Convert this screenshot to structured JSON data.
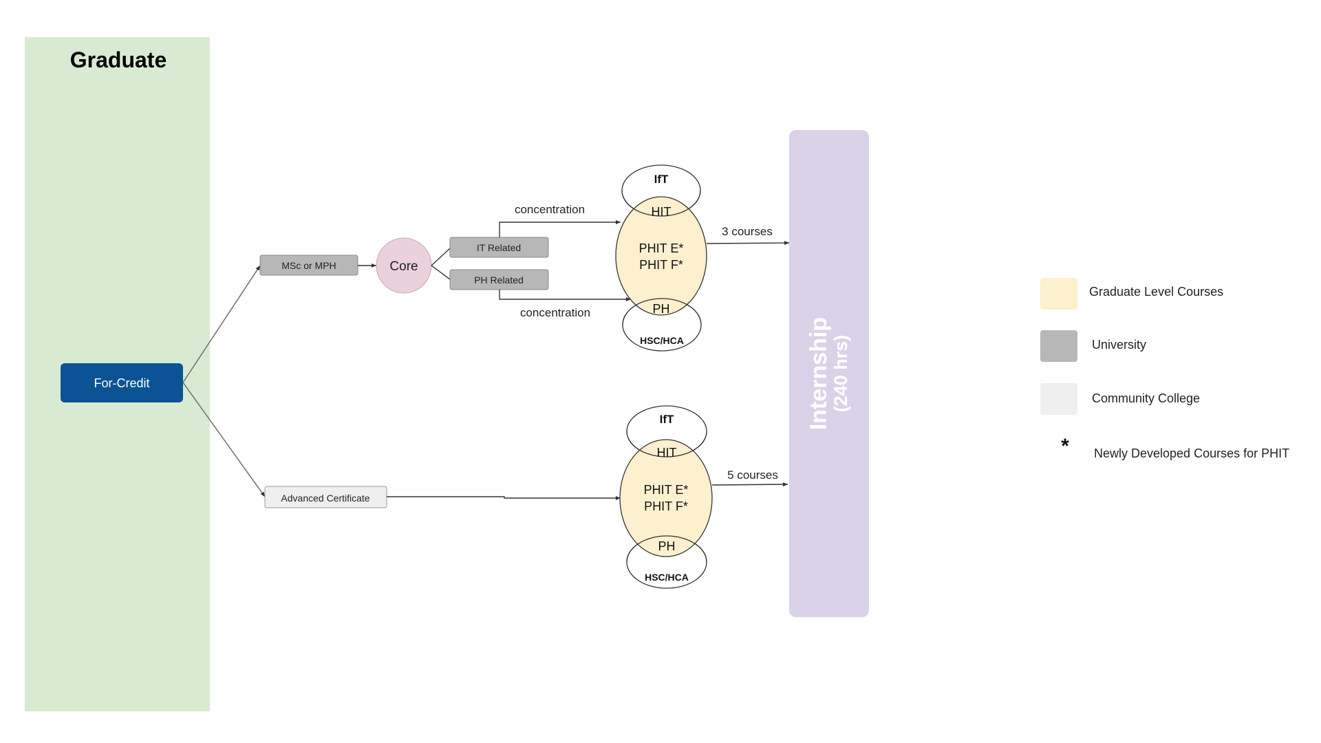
{
  "graduate": {
    "title": "Graduate"
  },
  "for_credit": {
    "label": "For-Credit"
  },
  "upper_path": {
    "degree": "MSc or MPH",
    "core": "Core",
    "it_related": "IT Related",
    "ph_related": "PH Related",
    "concentration_top": "concentration",
    "concentration_bottom": "concentration",
    "courses": "3 courses"
  },
  "lower_path": {
    "certificate": "Advanced Certificate",
    "courses": "5 courses"
  },
  "cluster_upper": {
    "ift": "IfT",
    "hit": "HIT",
    "phit_e": "PHIT E*",
    "phit_f": "PHIT F*",
    "ph": "PH",
    "hsc": "HSC/HCA"
  },
  "cluster_lower": {
    "ift": "IfT",
    "hit": "HIT",
    "phit_e": "PHIT E*",
    "phit_f": "PHIT F*",
    "ph": "PH",
    "hsc": "HSC/HCA"
  },
  "internship": {
    "label": "Internship",
    "hours": "(240 hrs)"
  },
  "legend": {
    "items": [
      {
        "label": "Graduate Level Courses",
        "color": "#fdf0cf"
      },
      {
        "label": "University",
        "color": "#b7b7b7"
      },
      {
        "label": "Community College",
        "color": "#efefef"
      }
    ],
    "asterisk": "*",
    "asterisk_label": "Newly Developed Courses for PHIT"
  },
  "colors": {
    "graduate_panel": "#d9ead3",
    "for_credit": "#0b5394",
    "core": "#ead1dc",
    "grad_courses": "#fdf0cf",
    "university_box": "#b7b7b7",
    "community_box": "#efefef",
    "internship": "#d9d2e9"
  }
}
